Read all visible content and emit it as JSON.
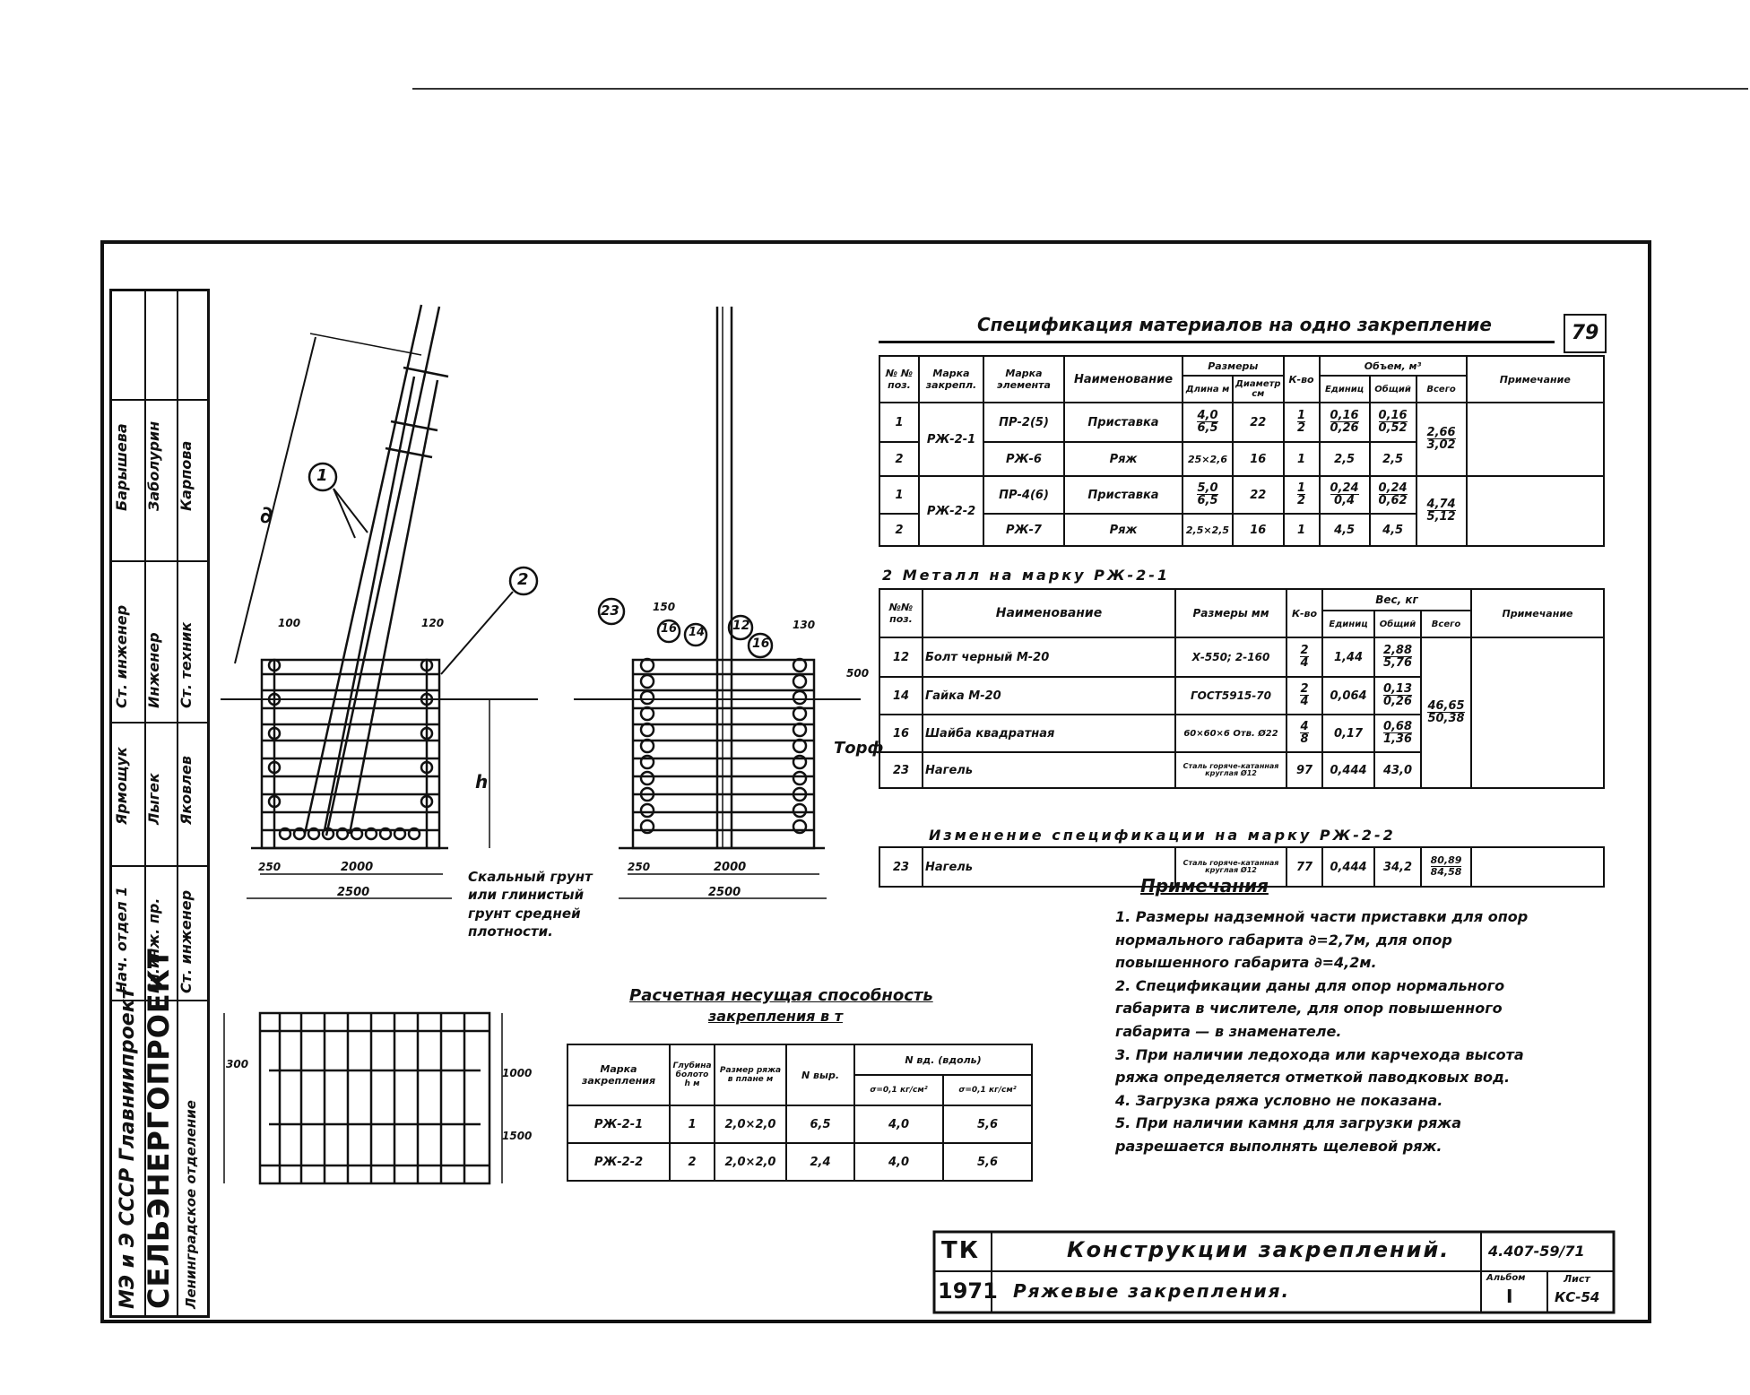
{
  "sheet_no": "79",
  "spec": {
    "title": "Спецификация материалов на одно закрепление",
    "h1": {
      "pos": "№ № поз.",
      "mark_fix": "Марка закрепл.",
      "mark_el": "Марка элемента",
      "name": "Наименование",
      "sizes": "Размеры",
      "len": "Длина м",
      "diam": "Диаметр см",
      "qty": "К-во",
      "volume": "Объем, м³",
      "unit": "Единиц",
      "total_part": "Общий",
      "all": "Всего",
      "note": "Примечание"
    },
    "rows1": [
      {
        "pos": "1",
        "fix": "РЖ-2-1",
        "el": "ПР-2(5)",
        "name": "Приставка",
        "len": [
          "4,0",
          "6,5"
        ],
        "diam": "22",
        "qty": [
          "1",
          "2"
        ],
        "unit": [
          "0,16",
          "0,26"
        ],
        "part": [
          "0,16",
          "0,52"
        ],
        "all": [
          "2,66",
          "3,02"
        ]
      },
      {
        "pos": "2",
        "fix": "",
        "el": "РЖ-6",
        "name": "Ряж",
        "len": [
          "25×2,6"
        ],
        "diam": "16",
        "qty": [
          "1"
        ],
        "unit": [
          "2,5"
        ],
        "part": [
          "2,5"
        ],
        "all": []
      },
      {
        "pos": "1",
        "fix": "РЖ-2-2",
        "el": "ПР-4(6)",
        "name": "Приставка",
        "len": [
          "5,0",
          "6,5"
        ],
        "diam": "22",
        "qty": [
          "1",
          "2"
        ],
        "unit": [
          "0,24",
          "0,4"
        ],
        "part": [
          "0,24",
          "0,62"
        ],
        "all": [
          "4,74",
          "5,12"
        ]
      },
      {
        "pos": "2",
        "fix": "",
        "el": "РЖ-7",
        "name": "Ряж",
        "len": [
          "2,5×2,5"
        ],
        "diam": "16",
        "qty": [
          "1"
        ],
        "unit": [
          "4,5"
        ],
        "part": [
          "4,5"
        ],
        "all": []
      }
    ],
    "metal_title": "2 Металл на марку РЖ-2-1",
    "h2": {
      "pos": "№№ поз.",
      "name": "Наименование",
      "sizes": "Размеры мм",
      "qty": "К-во",
      "weight": "Вес, кг",
      "unit": "Единиц",
      "part": "Общий",
      "all": "Всего",
      "note": "Примечание"
    },
    "rows2": [
      {
        "pos": "12",
        "name": "Болт черный  М-20",
        "size": "Х-550; 2-160",
        "qty": [
          "2",
          "4"
        ],
        "unit": "1,44",
        "part": [
          "2,88",
          "5,76"
        ]
      },
      {
        "pos": "14",
        "name": "Гайка            М-20",
        "size": "ГОСТ5915-70",
        "qty": [
          "2",
          "4"
        ],
        "unit": "0,064",
        "part": [
          "0,13",
          "0,26"
        ]
      },
      {
        "pos": "16",
        "name": "Шайба квадратная",
        "size": "60×60×6 Отв. Ø22",
        "qty": [
          "4",
          "8"
        ],
        "unit": "0,17",
        "part": [
          "0,68",
          "1,36"
        ]
      },
      {
        "pos": "23",
        "name": "Нагель",
        "size": "Сталь горяче-катанная круглая Ø12",
        "qty": [
          "97"
        ],
        "unit": "0,444",
        "part": [
          "43,0"
        ]
      }
    ],
    "metal_total": [
      "46,65",
      "50,38"
    ],
    "change_title": "Изменение спецификации на марку РЖ-2-2",
    "change_row": {
      "pos": "23",
      "name": "Нагель",
      "size": "Сталь горяче-катанная круглая Ø12",
      "qty": "77",
      "unit": "0,444",
      "part": "34,2",
      "all": [
        "80,89",
        "84,58"
      ]
    }
  },
  "notes": {
    "title": "Примечания",
    "items": [
      "1. Размеры надземной части приставки для опор нормального габарита ∂=2,7м, для опор повышенного габарита ∂=4,2м.",
      "2. Спецификации даны для опор нормального габарита в числителе, для опор повышенного габарита — в знаменателе.",
      "3. При наличии ледохода или карчехода высота ряжа определяется отметкой паводковых вод.",
      "4. Загрузка ряжа условно не показана.",
      "5. При наличии камня для загрузки ряжа разрешается выполнять щелевой ряж."
    ]
  },
  "capacity": {
    "title": "Расчетная несущая способность",
    "subtitle": "закрепления в т",
    "h": {
      "mark": "Марка закрепления",
      "depth": "Глубина болото h м",
      "size": "Размер ряжа в плане м",
      "nvyr": "N выр.",
      "nvd": "N вд. (вдоль)",
      "s1": "σ=0,1 кг/см²",
      "s2": "σ=0,1 кг/см²"
    },
    "rows": [
      {
        "mark": "РЖ-2-1",
        "h": "1",
        "size": "2,0×2,0",
        "nvyr": "6,5",
        "a": "4,0",
        "b": "5,6"
      },
      {
        "mark": "РЖ-2-2",
        "h": "2",
        "size": "2,0×2,0",
        "nvyr": "2,4",
        "a": "4,0",
        "b": "5,6"
      }
    ]
  },
  "drawing": {
    "dims": {
      "d100": "100",
      "d120": "120",
      "d150": "150",
      "d130": "130",
      "d250": "250",
      "d2000": "2000",
      "d2500": "2500",
      "d500": "500",
      "d1000": "1000",
      "d1500": "1500",
      "d300": "300",
      "d250b": "250"
    },
    "labels": {
      "a": "∂",
      "h": "h",
      "peat": "Торф",
      "rock": "Скальный грунт или глинистый грунт средней плотности."
    },
    "callouts": [
      "1",
      "2",
      "23",
      "16",
      "14",
      "12",
      "16"
    ]
  },
  "stamp": {
    "org_top": "МЭ и Э СССР Главниипроект",
    "org": "СЕЛЬЭНЕРГОПРОЕКТ",
    "org_sub": "Ленинградское отделение",
    "roles": [
      "Нач. отдел 1",
      "Гл.инж. пр.",
      "Ст. инженер"
    ],
    "roles2": [
      "Ст. инженер",
      "Инженер",
      "Ст. техник"
    ],
    "names": [
      "Ярмощук",
      "Лыгек",
      "Яковлев"
    ],
    "names2": [
      "Барышева",
      "Заболурин",
      "Карпова"
    ],
    "code": "ТК",
    "year": "1971",
    "title": "Конструкции закреплений.",
    "subtitle": "Ряжевые закрепления.",
    "doc_no": "4.407-59/71",
    "album_label": "Альбом",
    "album": "I",
    "sheet_label": "Лист",
    "sheet": "КС-54"
  }
}
